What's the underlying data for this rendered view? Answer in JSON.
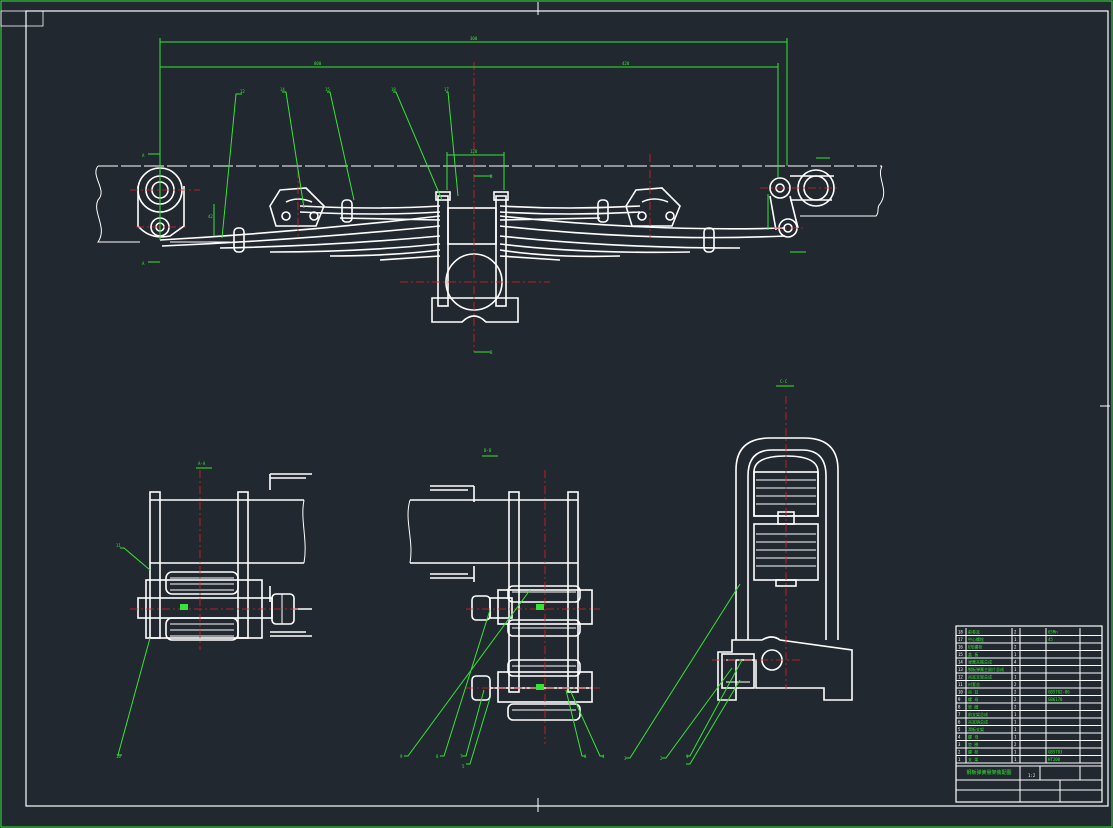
{
  "dimensions": {
    "overall": "300",
    "left": "800",
    "right": "420",
    "center_width": "120",
    "leader_height": "42"
  },
  "balloons": [
    "12",
    "14",
    "15",
    "18",
    "17",
    "11",
    "10",
    "9",
    "8",
    "7",
    "5",
    "6",
    "4",
    "3",
    "2",
    "1"
  ],
  "section_marks": {
    "top_a": "A",
    "top_b": "B",
    "view_aa": "A-A",
    "view_bb": "B-B",
    "view_cc": "C-C"
  },
  "title_block": {
    "title": "钢板弹簧悬架装配图",
    "rows": [
      {
        "no": "18",
        "name": "前卷耳",
        "qty": "2",
        "mat": "65Mn"
      },
      {
        "no": "17",
        "name": "中心螺栓",
        "qty": "1",
        "mat": "45"
      },
      {
        "no": "16",
        "name": "U形螺栓",
        "qty": "2",
        "mat": ""
      },
      {
        "no": "15",
        "name": "盖 板",
        "qty": "1",
        "mat": ""
      },
      {
        "no": "14",
        "name": "弹簧夹箍总成",
        "qty": "4",
        "mat": ""
      },
      {
        "no": "13",
        "name": "钢板弹簧主副片总成",
        "qty": "1",
        "mat": ""
      },
      {
        "no": "12",
        "name": "吊耳支架总成",
        "qty": "1",
        "mat": ""
      },
      {
        "no": "11",
        "name": "衬套总",
        "qty": "2",
        "mat": ""
      },
      {
        "no": "10",
        "name": "吊 耳",
        "qty": "2",
        "mat": "GB5782-86"
      },
      {
        "no": "9",
        "name": "螺 母",
        "qty": "2",
        "mat": "GB6170"
      },
      {
        "no": "8",
        "name": "垫 圈",
        "qty": "2",
        "mat": ""
      },
      {
        "no": "7",
        "name": "前支架总成",
        "qty": "1",
        "mat": ""
      },
      {
        "no": "6",
        "name": "吊耳销总成",
        "qty": "1",
        "mat": ""
      },
      {
        "no": "5",
        "name": "滑板支架",
        "qty": "1",
        "mat": ""
      },
      {
        "no": "4",
        "name": "螺 母",
        "qty": "1",
        "mat": ""
      },
      {
        "no": "3",
        "name": "垫 圈",
        "qty": "2",
        "mat": ""
      },
      {
        "no": "2",
        "name": "螺 栓",
        "qty": "1",
        "mat": "GB5783"
      },
      {
        "no": "1",
        "name": "支 架",
        "qty": "1",
        "mat": "HT200"
      }
    ],
    "scale": "1:2"
  },
  "colors": {
    "background": "#212830",
    "outline": "#ffffff",
    "dimension": "#33e633",
    "centerline": "#e02020"
  }
}
